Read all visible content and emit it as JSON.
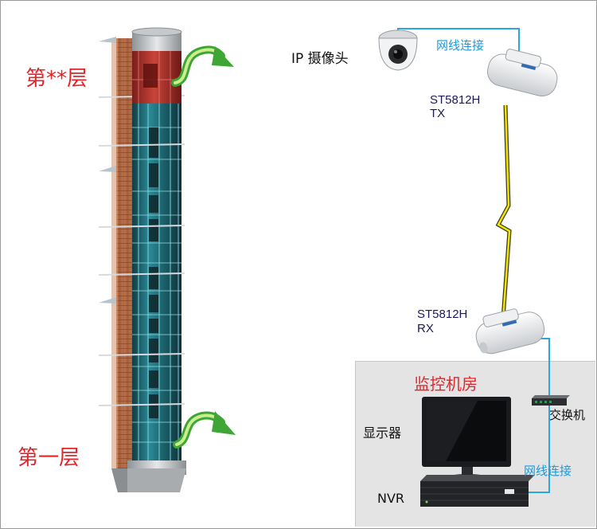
{
  "floors": {
    "top_label": "第**层",
    "bottom_label": "第一层"
  },
  "camera": {
    "label": "IP 摄像头",
    "icon": "dome-camera-icon"
  },
  "links": {
    "top_cable_label": "网线连接",
    "bottom_cable_label": "网线连接"
  },
  "tx_unit": {
    "model": "ST5812H",
    "role": "TX"
  },
  "rx_unit": {
    "model": "ST5812H",
    "role": "RX"
  },
  "monitor_room": {
    "title": "监控机房",
    "switch_label": "交换机",
    "display_label": "显示器",
    "nvr_label": "NVR"
  },
  "colors": {
    "accent_red": "#e0262b",
    "cable_blue": "#2aa7de",
    "glass_teal": "#1f6f78",
    "brick": "#b36b45",
    "room_bg": "#e4e4e4",
    "wireless_yellow": "#f2e600"
  }
}
